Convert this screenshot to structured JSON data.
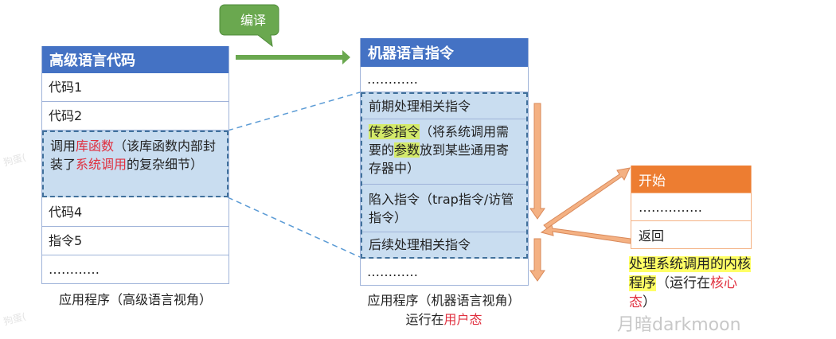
{
  "callout": {
    "label": "编译"
  },
  "left": {
    "header": "高级语言代码",
    "rows": [
      "代码1",
      "代码2"
    ],
    "call_row": {
      "p1": "调用",
      "p2": "库函数",
      "p3": "（该库函数内部封装了",
      "p4": "系统调用",
      "p5": "的复杂细节）"
    },
    "rows_after": [
      "代码4",
      "指令5",
      "…………"
    ],
    "caption": "应用程序（高级语言视角）"
  },
  "middle": {
    "header": "机器语言指令",
    "dots_top": "…………",
    "pre": "前期处理相关指令",
    "param": {
      "p1": "传参指令",
      "p2": "（将系统调用需要的",
      "p3": "参数",
      "p4": "放到某些通用寄存器中）"
    },
    "trap": "陷入指令（trap指令/访管指令）",
    "post": "后续处理相关指令",
    "dots_bottom": "…………",
    "caption1": "应用程序（机器语言视角）",
    "caption2a": "运行在",
    "caption2b": "用户态"
  },
  "right": {
    "header": "开始",
    "dots": "……………",
    "ret": "返回",
    "cap": {
      "p1": "处理系统调用的内核程序",
      "p2": "（运行在",
      "p3": "核心态",
      "p4": "）"
    }
  },
  "watermark": "月暗darkmoon",
  "side_watermark": "狗蛋("
}
